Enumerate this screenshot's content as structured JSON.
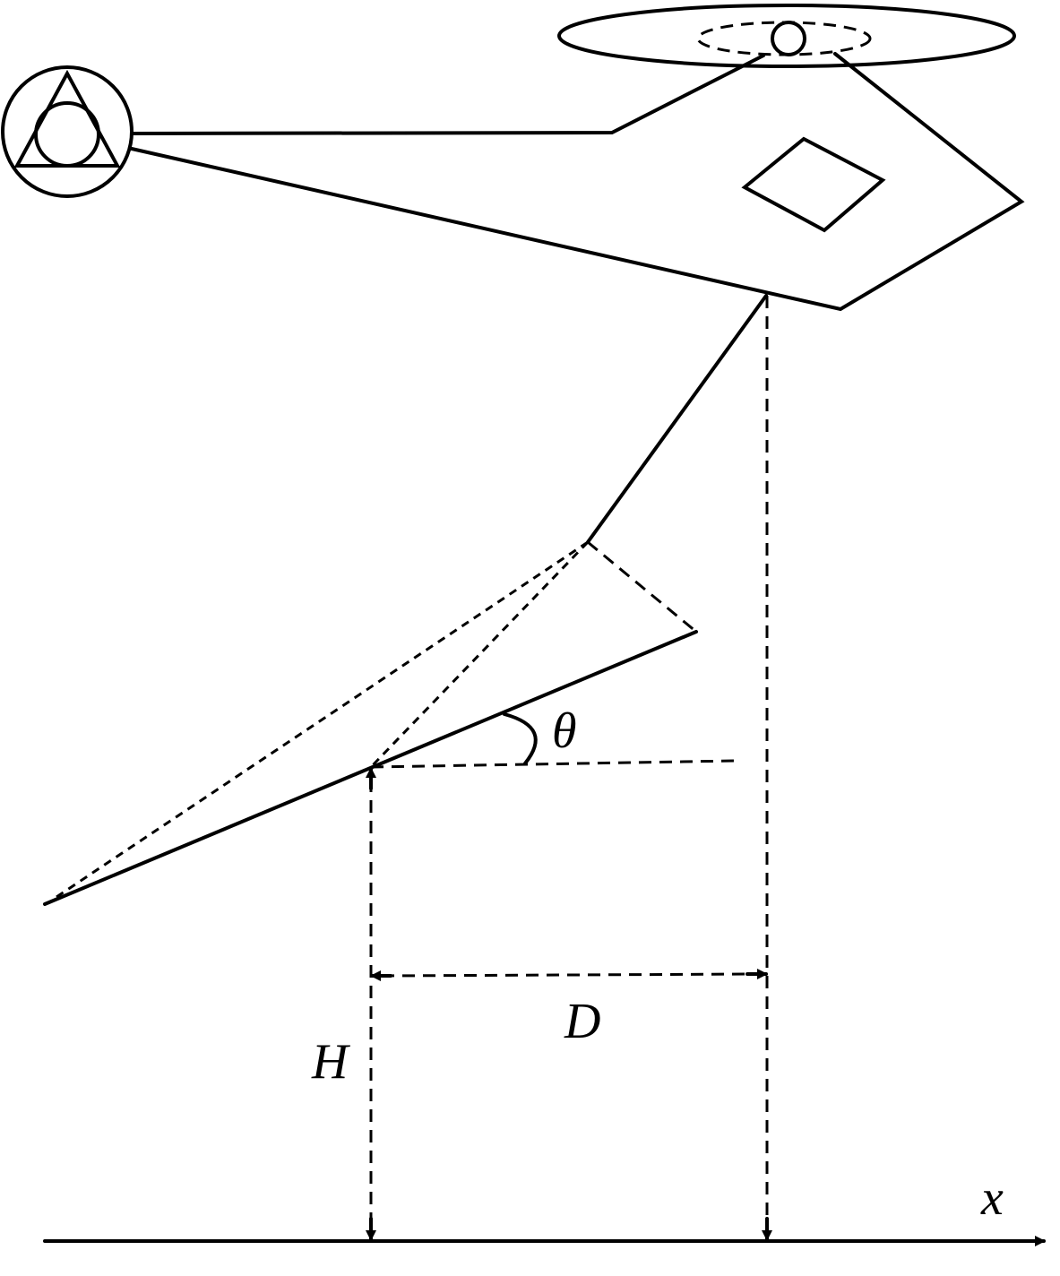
{
  "labels": {
    "theta": "θ",
    "horizontal_distance": "D",
    "height": "H",
    "axis": "x"
  },
  "colors": {
    "stroke": "#000000",
    "background": "#ffffff"
  }
}
